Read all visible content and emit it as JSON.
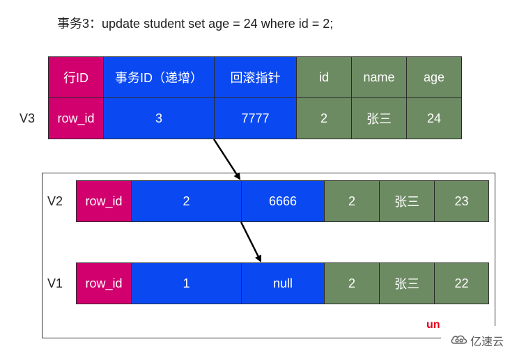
{
  "title": "事务3：update student set age = 24 where id = 2;",
  "header": [
    "行ID",
    "事务ID（递增）",
    "回滚指针",
    "id",
    "name",
    "age"
  ],
  "rows": [
    {
      "version": "V3",
      "cells": [
        "row_id",
        "3",
        "7777",
        "2",
        "张三",
        "24"
      ]
    },
    {
      "version": "V2",
      "cells": [
        "row_id",
        "2",
        "6666",
        "2",
        "张三",
        "23"
      ]
    },
    {
      "version": "V1",
      "cells": [
        "row_id",
        "1",
        "null",
        "2",
        "张三",
        "22"
      ]
    }
  ],
  "undo_label": "un",
  "watermark": {
    "text": "亿速云",
    "icon": "cloud-logo-icon"
  },
  "colors": {
    "row_id": "#d1006e",
    "meta": "#0a49f1",
    "data": "#6d8b62",
    "undo_label": "#e8001c"
  }
}
